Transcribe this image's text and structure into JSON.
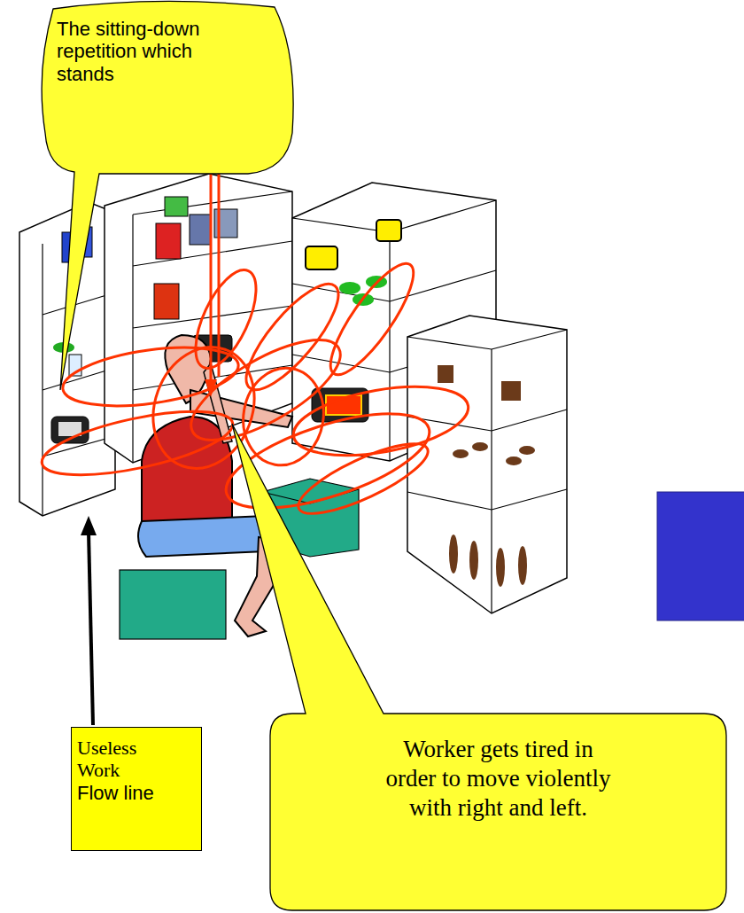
{
  "diagram": {
    "nodes": [
      {
        "text": [
          "The sitting-down repetition which stands"
        ]
      },
      {
        "text": [
          "Useless Work",
          "Flow line"
        ]
      },
      {
        "text": [
          "Worker gets tired in order to move violently with right and left."
        ]
      }
    ]
  }
}
